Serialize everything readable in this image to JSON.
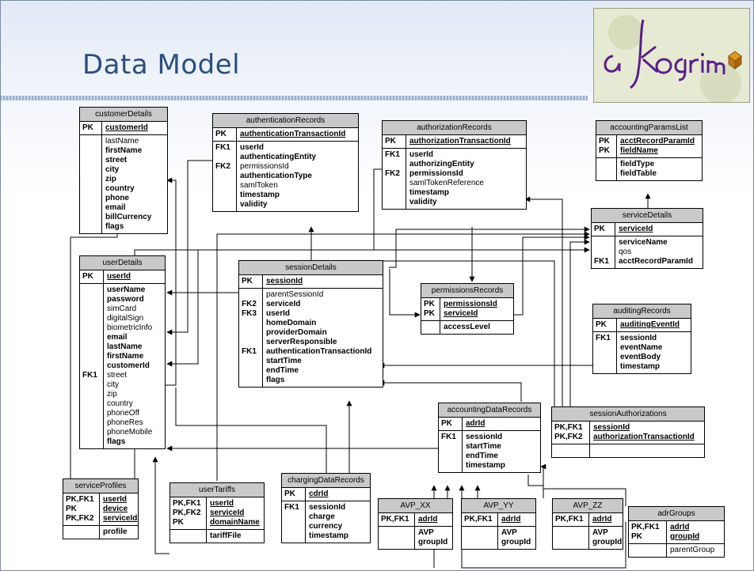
{
  "slide": {
    "title": "Data Model",
    "logo_text": "akogrimo",
    "logo_icon": "akogrimo-logo"
  },
  "entities": {
    "customerDetails": {
      "name": "customerDetails",
      "rows": [
        {
          "k": "PK",
          "f": [
            {
              "t": "customerId",
              "s": "u"
            }
          ]
        },
        {
          "k": "",
          "f": [
            {
              "t": "lastName",
              "s": "n"
            },
            {
              "t": "firstName",
              "s": "b"
            },
            {
              "t": "street",
              "s": "b"
            },
            {
              "t": "city",
              "s": "b"
            },
            {
              "t": "zip",
              "s": "b"
            },
            {
              "t": "country",
              "s": "b"
            },
            {
              "t": "phone",
              "s": "b"
            },
            {
              "t": "email",
              "s": "b"
            },
            {
              "t": "billCurrency",
              "s": "b"
            },
            {
              "t": "flags",
              "s": "b"
            }
          ]
        }
      ]
    },
    "authenticationRecords": {
      "name": "authenticationRecords",
      "rows": [
        {
          "k": "PK",
          "f": [
            {
              "t": "authenticationTransactionId",
              "s": "u"
            }
          ]
        },
        {
          "k": "FK1\n\nFK2",
          "f": [
            {
              "t": "userId",
              "s": "b"
            },
            {
              "t": "authenticatingEntity",
              "s": "b"
            },
            {
              "t": "permissionsId",
              "s": "n"
            },
            {
              "t": "authenticationType",
              "s": "b"
            },
            {
              "t": "samlToken",
              "s": "n"
            },
            {
              "t": "timestamp",
              "s": "b"
            },
            {
              "t": "validity",
              "s": "b"
            }
          ]
        }
      ]
    },
    "authorizationRecords": {
      "name": "authorizationRecords",
      "rows": [
        {
          "k": "PK",
          "f": [
            {
              "t": "authorizationTransactionId",
              "s": "u"
            }
          ]
        },
        {
          "k": "FK1\n\nFK2",
          "f": [
            {
              "t": "userId",
              "s": "b"
            },
            {
              "t": "authorizingEntity",
              "s": "b"
            },
            {
              "t": "permissionsId",
              "s": "b"
            },
            {
              "t": "samlTokenReference",
              "s": "n"
            },
            {
              "t": "timestamp",
              "s": "b"
            },
            {
              "t": "validity",
              "s": "b"
            }
          ]
        }
      ]
    },
    "accountingParamsList": {
      "name": "accountingParamsList",
      "rows": [
        {
          "k": "PK\nPK",
          "f": [
            {
              "t": "acctRecordParamId",
              "s": "u"
            },
            {
              "t": "fieldName",
              "s": "u"
            }
          ]
        },
        {
          "k": "",
          "f": [
            {
              "t": "fieldType",
              "s": "b"
            },
            {
              "t": "fieldTable",
              "s": "b"
            }
          ]
        }
      ]
    },
    "serviceDetails": {
      "name": "serviceDetails",
      "rows": [
        {
          "k": "PK",
          "f": [
            {
              "t": "serviceId",
              "s": "u"
            }
          ]
        },
        {
          "k": "\n\nFK1",
          "f": [
            {
              "t": "serviceName",
              "s": "b"
            },
            {
              "t": "qos",
              "s": "n"
            },
            {
              "t": "acctRecordParamId",
              "s": "b"
            }
          ]
        }
      ]
    },
    "userDetails": {
      "name": "userDetails",
      "rows": [
        {
          "k": "PK",
          "f": [
            {
              "t": "userId",
              "s": "u"
            }
          ]
        },
        {
          "k": "\n\n\n\n\n\n\n\n\nFK1",
          "f": [
            {
              "t": "userName",
              "s": "b"
            },
            {
              "t": "password",
              "s": "b"
            },
            {
              "t": "simCard",
              "s": "n"
            },
            {
              "t": "digitalSign",
              "s": "n"
            },
            {
              "t": "biometricInfo",
              "s": "n"
            },
            {
              "t": "email",
              "s": "b"
            },
            {
              "t": "lastName",
              "s": "b"
            },
            {
              "t": "firstName",
              "s": "b"
            },
            {
              "t": "customerId",
              "s": "b"
            },
            {
              "t": "street",
              "s": "n"
            },
            {
              "t": "city",
              "s": "n"
            },
            {
              "t": "zip",
              "s": "n"
            },
            {
              "t": "country",
              "s": "n"
            },
            {
              "t": "phoneOff",
              "s": "n"
            },
            {
              "t": "phoneRes",
              "s": "n"
            },
            {
              "t": "phoneMobile",
              "s": "n"
            },
            {
              "t": "flags",
              "s": "b"
            }
          ]
        }
      ]
    },
    "sessionDetails": {
      "name": "sessionDetails",
      "rows": [
        {
          "k": "PK",
          "f": [
            {
              "t": "sessionId",
              "s": "u"
            }
          ]
        },
        {
          "k": "\nFK2\nFK3\n\n\n\nFK1",
          "f": [
            {
              "t": "parentSessionId",
              "s": "n"
            },
            {
              "t": "serviceId",
              "s": "b"
            },
            {
              "t": "userId",
              "s": "b"
            },
            {
              "t": "homeDomain",
              "s": "b"
            },
            {
              "t": "providerDomain",
              "s": "b"
            },
            {
              "t": "serverResponsible",
              "s": "b"
            },
            {
              "t": "authenticationTransactionId",
              "s": "b"
            },
            {
              "t": "startTime",
              "s": "b"
            },
            {
              "t": "endTime",
              "s": "b"
            },
            {
              "t": "flags",
              "s": "b"
            }
          ]
        }
      ]
    },
    "permissionsRecords": {
      "name": "permissionsRecords",
      "rows": [
        {
          "k": "PK\nPK",
          "f": [
            {
              "t": "permissionsId",
              "s": "u"
            },
            {
              "t": "serviceId",
              "s": "u"
            }
          ]
        },
        {
          "k": "",
          "f": [
            {
              "t": "accessLevel",
              "s": "b"
            }
          ]
        }
      ]
    },
    "auditingRecords": {
      "name": "auditingRecords",
      "rows": [
        {
          "k": "PK",
          "f": [
            {
              "t": "auditingEventId",
              "s": "u"
            }
          ]
        },
        {
          "k": "FK1",
          "f": [
            {
              "t": "sessionId",
              "s": "b"
            },
            {
              "t": "eventName",
              "s": "b"
            },
            {
              "t": "eventBody",
              "s": "b"
            },
            {
              "t": "timestamp",
              "s": "b"
            }
          ]
        }
      ]
    },
    "accountingDataRecords": {
      "name": "accountingDataRecords",
      "rows": [
        {
          "k": "PK",
          "f": [
            {
              "t": "adrId",
              "s": "u"
            }
          ]
        },
        {
          "k": "FK1",
          "f": [
            {
              "t": "sessionId",
              "s": "b"
            },
            {
              "t": "startTime",
              "s": "b"
            },
            {
              "t": "endTime",
              "s": "b"
            },
            {
              "t": "timestamp",
              "s": "b"
            }
          ]
        }
      ]
    },
    "sessionAuthorizations": {
      "name": "sessionAuthorizations",
      "rows": [
        {
          "k": "PK,FK1\nPK,FK2",
          "f": [
            {
              "t": "sessionId",
              "s": "u"
            },
            {
              "t": "authorizationTransactionId",
              "s": "u"
            }
          ]
        },
        {
          "k": " ",
          "f": [
            {
              "t": " ",
              "s": "n"
            }
          ]
        }
      ]
    },
    "serviceProfiles": {
      "name": "serviceProfiles",
      "rows": [
        {
          "k": "PK,FK1\nPK\nPK,FK2",
          "f": [
            {
              "t": "userId",
              "s": "u"
            },
            {
              "t": "device",
              "s": "u"
            },
            {
              "t": "serviceId",
              "s": "u"
            }
          ]
        },
        {
          "k": "",
          "f": [
            {
              "t": "profile",
              "s": "b"
            }
          ]
        }
      ]
    },
    "userTariffs": {
      "name": "userTariffs",
      "rows": [
        {
          "k": "PK,FK1\nPK,FK2\nPK",
          "f": [
            {
              "t": "userId",
              "s": "u"
            },
            {
              "t": "serviceId",
              "s": "u"
            },
            {
              "t": "domainName",
              "s": "u"
            }
          ]
        },
        {
          "k": "",
          "f": [
            {
              "t": "tariffFile",
              "s": "b"
            }
          ]
        }
      ]
    },
    "chargingDataRecords": {
      "name": "chargingDataRecords",
      "rows": [
        {
          "k": "PK",
          "f": [
            {
              "t": "cdrId",
              "s": "u"
            }
          ]
        },
        {
          "k": "FK1",
          "f": [
            {
              "t": "sessionId",
              "s": "b"
            },
            {
              "t": "charge",
              "s": "b"
            },
            {
              "t": "currency",
              "s": "b"
            },
            {
              "t": "timestamp",
              "s": "b"
            }
          ]
        }
      ]
    },
    "AVP_XX": {
      "name": "AVP_XX",
      "rows": [
        {
          "k": "PK,FK1",
          "f": [
            {
              "t": "adrId",
              "s": "u"
            }
          ]
        },
        {
          "k": "",
          "f": [
            {
              "t": "AVP",
              "s": "b"
            },
            {
              "t": "groupId",
              "s": "b"
            }
          ]
        }
      ]
    },
    "AVP_YY": {
      "name": "AVP_YY",
      "rows": [
        {
          "k": "PK,FK1",
          "f": [
            {
              "t": "adrId",
              "s": "u"
            }
          ]
        },
        {
          "k": "",
          "f": [
            {
              "t": "AVP",
              "s": "b"
            },
            {
              "t": "groupId",
              "s": "b"
            }
          ]
        }
      ]
    },
    "AVP_ZZ": {
      "name": "AVP_ZZ",
      "rows": [
        {
          "k": "PK,FK1",
          "f": [
            {
              "t": "adrId",
              "s": "u"
            }
          ]
        },
        {
          "k": "",
          "f": [
            {
              "t": "AVP",
              "s": "b"
            },
            {
              "t": "groupId",
              "s": "b"
            }
          ]
        }
      ]
    },
    "adrGroups": {
      "name": "adrGroups",
      "rows": [
        {
          "k": "PK,FK1\nPK",
          "f": [
            {
              "t": "adrId",
              "s": "u"
            },
            {
              "t": "groupId",
              "s": "u"
            }
          ]
        },
        {
          "k": "",
          "f": [
            {
              "t": "parentGroup",
              "s": "n"
            }
          ]
        }
      ]
    }
  }
}
